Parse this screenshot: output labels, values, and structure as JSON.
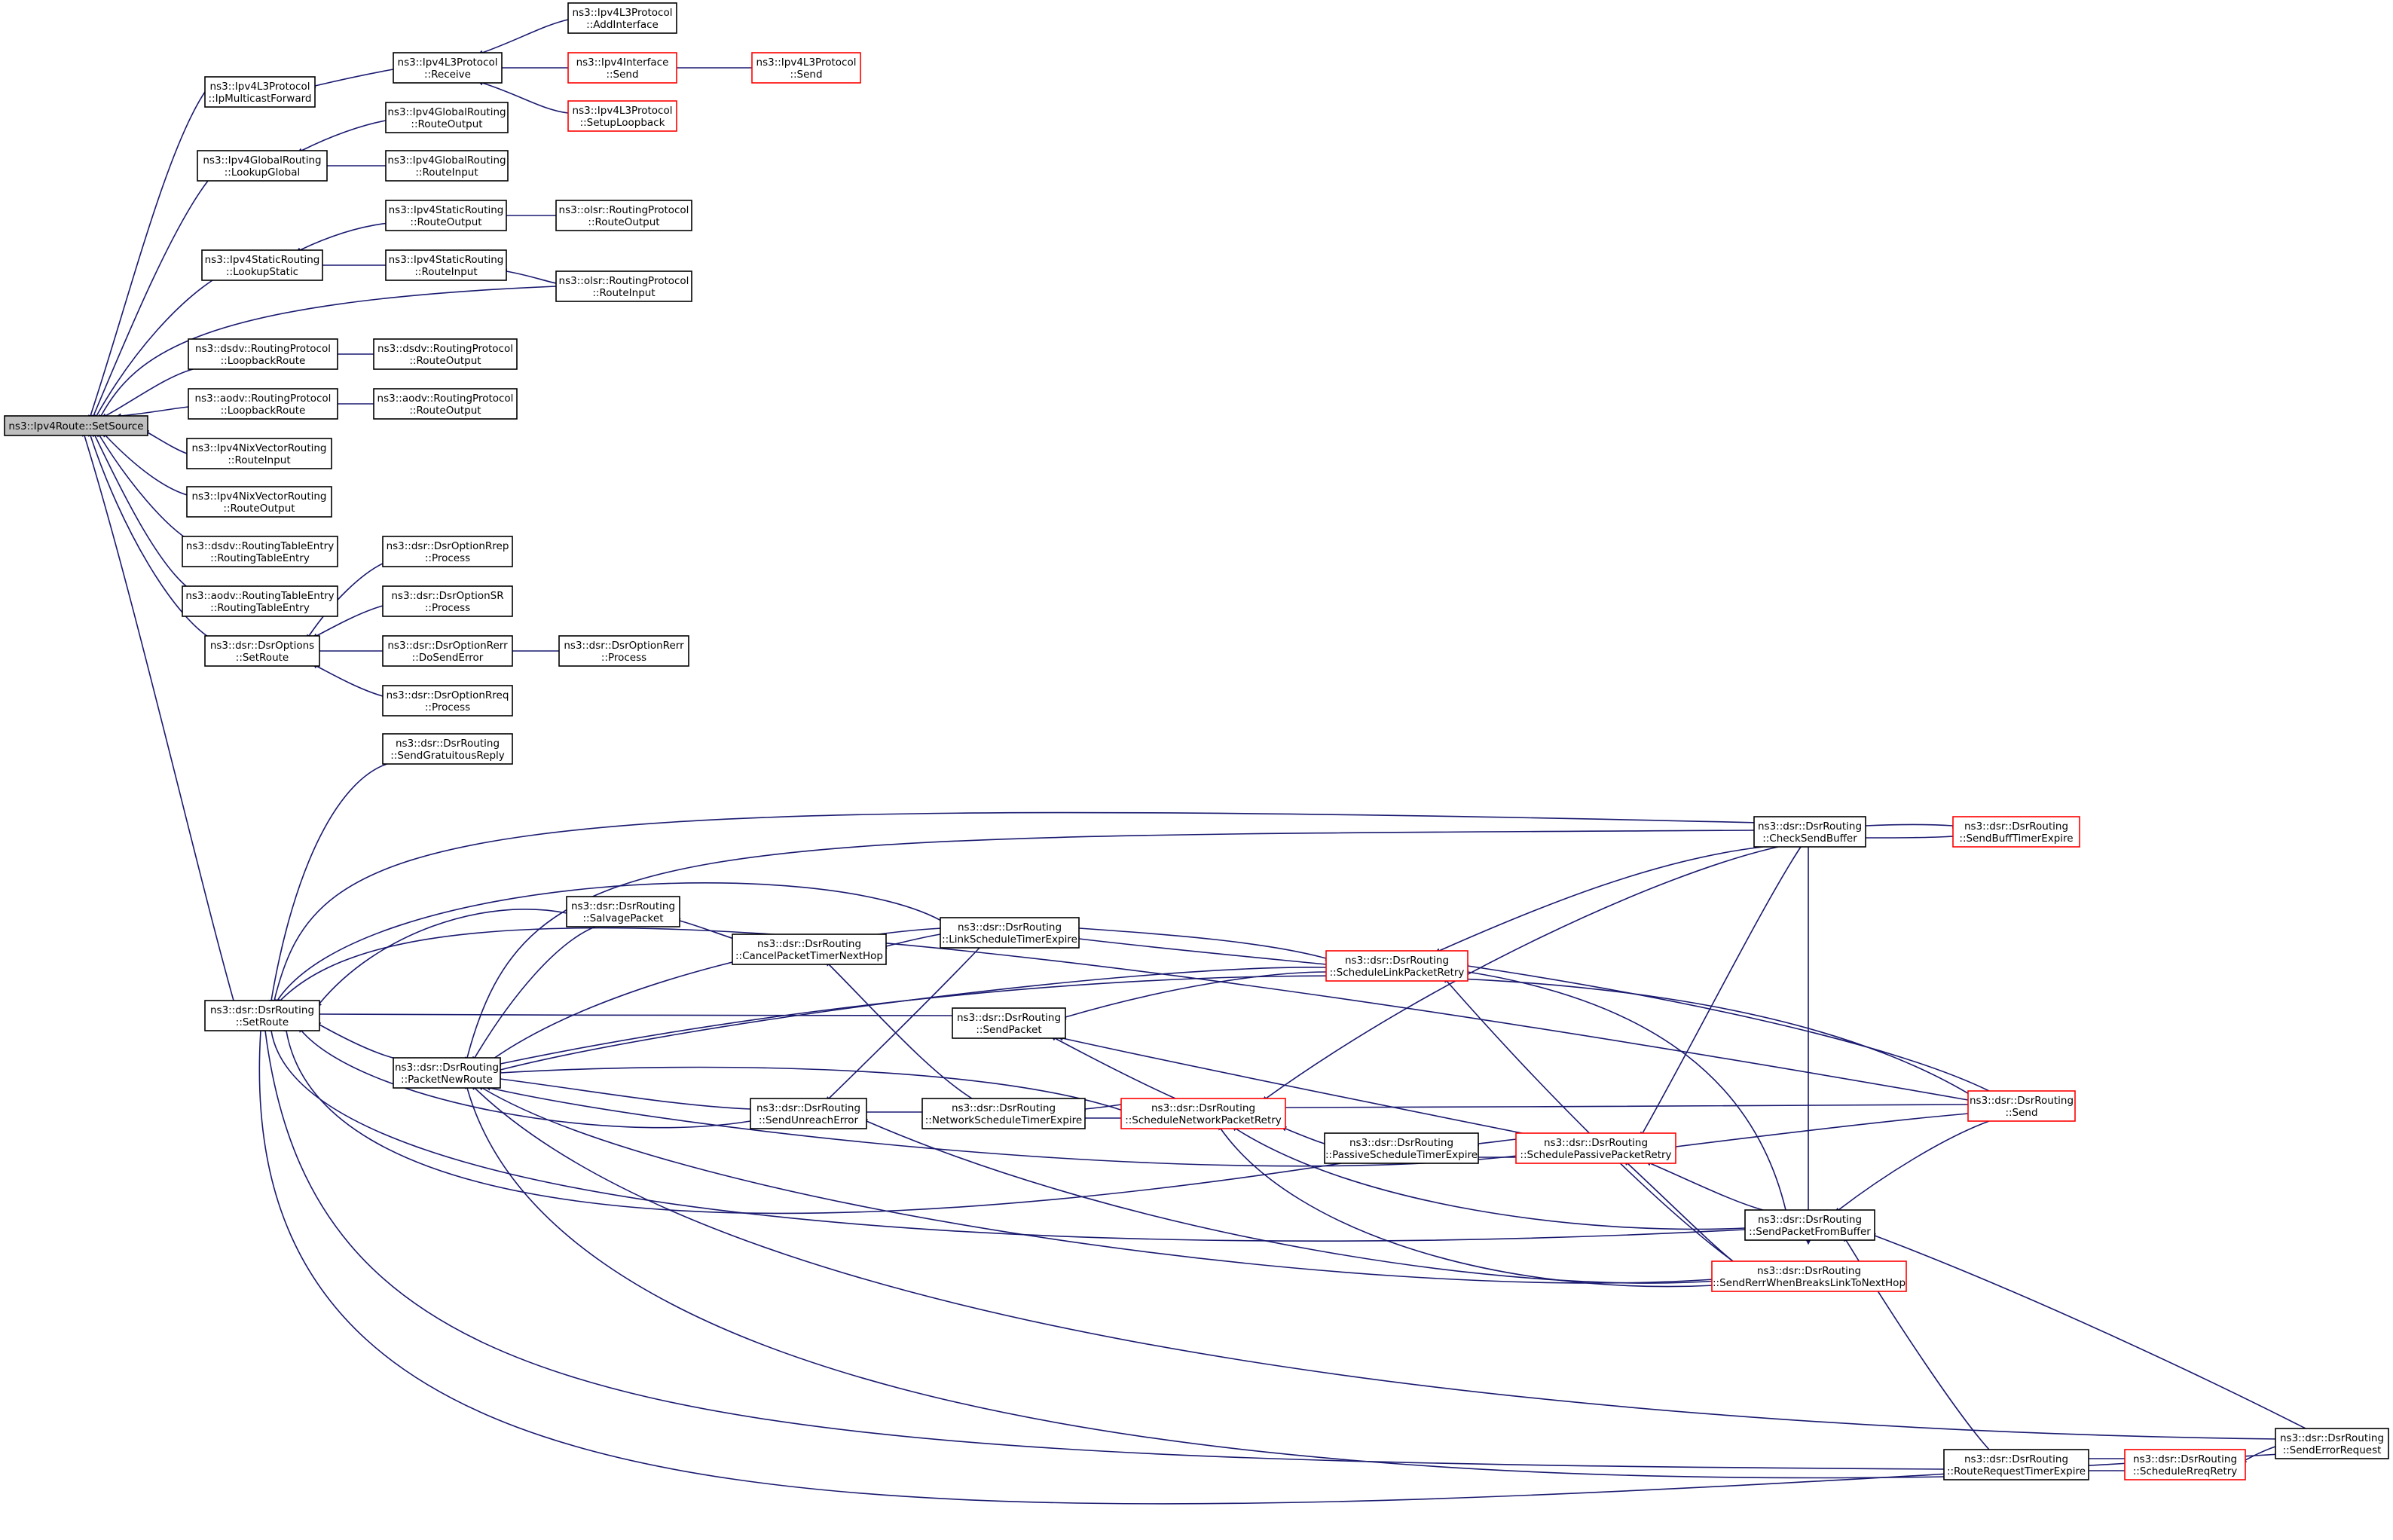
{
  "graph": {
    "root": "ns3::Ipv4Route::SetSource",
    "colors": {
      "edge": "#191970",
      "box_border": "#000000",
      "truncated_border": "#ff0000",
      "root_fill": "#bfbfbf",
      "box_fill": "#ffffff"
    },
    "nodes": [
      {
        "id": "root",
        "lines": [
          "ns3::Ipv4Route::SetSource"
        ],
        "style": "root"
      },
      {
        "id": "ipmf",
        "lines": [
          "ns3::Ipv4L3Protocol",
          "::IpMulticastForward"
        ],
        "style": "normal"
      },
      {
        "id": "recv",
        "lines": [
          "ns3::Ipv4L3Protocol",
          "::Receive"
        ],
        "style": "normal"
      },
      {
        "id": "addif",
        "lines": [
          "ns3::Ipv4L3Protocol",
          "::AddInterface"
        ],
        "style": "normal"
      },
      {
        "id": "ifsend",
        "lines": [
          "ns3::Ipv4Interface",
          "::Send"
        ],
        "style": "truncated"
      },
      {
        "id": "l3send",
        "lines": [
          "ns3::Ipv4L3Protocol",
          "::Send"
        ],
        "style": "truncated"
      },
      {
        "id": "setloop",
        "lines": [
          "ns3::Ipv4L3Protocol",
          "::SetupLoopback"
        ],
        "style": "truncated"
      },
      {
        "id": "lkglob",
        "lines": [
          "ns3::Ipv4GlobalRouting",
          "::LookupGlobal"
        ],
        "style": "normal"
      },
      {
        "id": "grout",
        "lines": [
          "ns3::Ipv4GlobalRouting",
          "::RouteOutput"
        ],
        "style": "normal"
      },
      {
        "id": "grin",
        "lines": [
          "ns3::Ipv4GlobalRouting",
          "::RouteInput"
        ],
        "style": "normal"
      },
      {
        "id": "lkstat",
        "lines": [
          "ns3::Ipv4StaticRouting",
          "::LookupStatic"
        ],
        "style": "normal"
      },
      {
        "id": "srout",
        "lines": [
          "ns3::Ipv4StaticRouting",
          "::RouteOutput"
        ],
        "style": "normal"
      },
      {
        "id": "srin",
        "lines": [
          "ns3::Ipv4StaticRouting",
          "::RouteInput"
        ],
        "style": "normal"
      },
      {
        "id": "olsrout",
        "lines": [
          "ns3::olsr::RoutingProtocol",
          "::RouteOutput"
        ],
        "style": "normal"
      },
      {
        "id": "olsrin",
        "lines": [
          "ns3::olsr::RoutingProtocol",
          "::RouteInput"
        ],
        "style": "normal"
      },
      {
        "id": "dsdvlb",
        "lines": [
          "ns3::dsdv::RoutingProtocol",
          "::LoopbackRoute"
        ],
        "style": "normal"
      },
      {
        "id": "dsdvro",
        "lines": [
          "ns3::dsdv::RoutingProtocol",
          "::RouteOutput"
        ],
        "style": "normal"
      },
      {
        "id": "aodvlb",
        "lines": [
          "ns3::aodv::RoutingProtocol",
          "::LoopbackRoute"
        ],
        "style": "normal"
      },
      {
        "id": "aodvro",
        "lines": [
          "ns3::aodv::RoutingProtocol",
          "::RouteOutput"
        ],
        "style": "normal"
      },
      {
        "id": "nixin",
        "lines": [
          "ns3::Ipv4NixVectorRouting",
          "::RouteInput"
        ],
        "style": "normal"
      },
      {
        "id": "nixout",
        "lines": [
          "ns3::Ipv4NixVectorRouting",
          "::RouteOutput"
        ],
        "style": "normal"
      },
      {
        "id": "dsdvrte",
        "lines": [
          "ns3::dsdv::RoutingTableEntry",
          "::RoutingTableEntry"
        ],
        "style": "normal"
      },
      {
        "id": "aodvrte",
        "lines": [
          "ns3::aodv::RoutingTableEntry",
          "::RoutingTableEntry"
        ],
        "style": "normal"
      },
      {
        "id": "optset",
        "lines": [
          "ns3::dsr::DsrOptions",
          "::SetRoute"
        ],
        "style": "normal"
      },
      {
        "id": "oprep",
        "lines": [
          "ns3::dsr::DsrOptionRrep",
          "::Process"
        ],
        "style": "normal"
      },
      {
        "id": "opsr",
        "lines": [
          "ns3::dsr::DsrOptionSR",
          "::Process"
        ],
        "style": "normal"
      },
      {
        "id": "operr",
        "lines": [
          "ns3::dsr::DsrOptionRerr",
          "::DoSendError"
        ],
        "style": "normal"
      },
      {
        "id": "operrp",
        "lines": [
          "ns3::dsr::DsrOptionRerr",
          "::Process"
        ],
        "style": "normal"
      },
      {
        "id": "opreq",
        "lines": [
          "ns3::dsr::DsrOptionRreq",
          "::Process"
        ],
        "style": "normal"
      },
      {
        "id": "sgrat",
        "lines": [
          "ns3::dsr::DsrRouting",
          "::SendGratuitousReply"
        ],
        "style": "normal"
      },
      {
        "id": "dsrset",
        "lines": [
          "ns3::dsr::DsrRouting",
          "::SetRoute"
        ],
        "style": "normal"
      },
      {
        "id": "salv",
        "lines": [
          "ns3::dsr::DsrRouting",
          "::SalvagePacket"
        ],
        "style": "normal"
      },
      {
        "id": "cancel",
        "lines": [
          "ns3::dsr::DsrRouting",
          "::CancelPacketTimerNextHop"
        ],
        "style": "normal"
      },
      {
        "id": "lstexp",
        "lines": [
          "ns3::dsr::DsrRouting",
          "::LinkScheduleTimerExpire"
        ],
        "style": "normal"
      },
      {
        "id": "slpr",
        "lines": [
          "ns3::dsr::DsrRouting",
          "::ScheduleLinkPacketRetry"
        ],
        "style": "truncated"
      },
      {
        "id": "sendpkt",
        "lines": [
          "ns3::dsr::DsrRouting",
          "::SendPacket"
        ],
        "style": "normal"
      },
      {
        "id": "pnr",
        "lines": [
          "ns3::dsr::DsrRouting",
          "::PacketNewRoute"
        ],
        "style": "normal"
      },
      {
        "id": "sue",
        "lines": [
          "ns3::dsr::DsrRouting",
          "::SendUnreachError"
        ],
        "style": "normal"
      },
      {
        "id": "nstexp",
        "lines": [
          "ns3::dsr::DsrRouting",
          "::NetworkScheduleTimerExpire"
        ],
        "style": "normal"
      },
      {
        "id": "snpr",
        "lines": [
          "ns3::dsr::DsrRouting",
          "::ScheduleNetworkPacketRetry"
        ],
        "style": "truncated"
      },
      {
        "id": "pstexp",
        "lines": [
          "ns3::dsr::DsrRouting",
          "::PassiveScheduleTimerExpire"
        ],
        "style": "normal"
      },
      {
        "id": "sppr",
        "lines": [
          "ns3::dsr::DsrRouting",
          "::SchedulePassivePacketRetry"
        ],
        "style": "truncated"
      },
      {
        "id": "csb",
        "lines": [
          "ns3::dsr::DsrRouting",
          "::CheckSendBuffer"
        ],
        "style": "normal"
      },
      {
        "id": "sbte",
        "lines": [
          "ns3::dsr::DsrRouting",
          "::SendBuffTimerExpire"
        ],
        "style": "truncated"
      },
      {
        "id": "dsend",
        "lines": [
          "ns3::dsr::DsrRouting",
          "::Send"
        ],
        "style": "truncated"
      },
      {
        "id": "spfb",
        "lines": [
          "ns3::dsr::DsrRouting",
          "::SendPacketFromBuffer"
        ],
        "style": "normal"
      },
      {
        "id": "srwb",
        "lines": [
          "ns3::dsr::DsrRouting",
          "::SendRerrWhenBreaksLinkToNextHop"
        ],
        "style": "truncated"
      },
      {
        "id": "rrte",
        "lines": [
          "ns3::dsr::DsrRouting",
          "::RouteRequestTimerExpire"
        ],
        "style": "normal"
      },
      {
        "id": "srr",
        "lines": [
          "ns3::dsr::DsrRouting",
          "::ScheduleRreqRetry"
        ],
        "style": "truncated"
      },
      {
        "id": "ser",
        "lines": [
          "ns3::dsr::DsrRouting",
          "::SendErrorRequest"
        ],
        "style": "normal"
      }
    ]
  }
}
